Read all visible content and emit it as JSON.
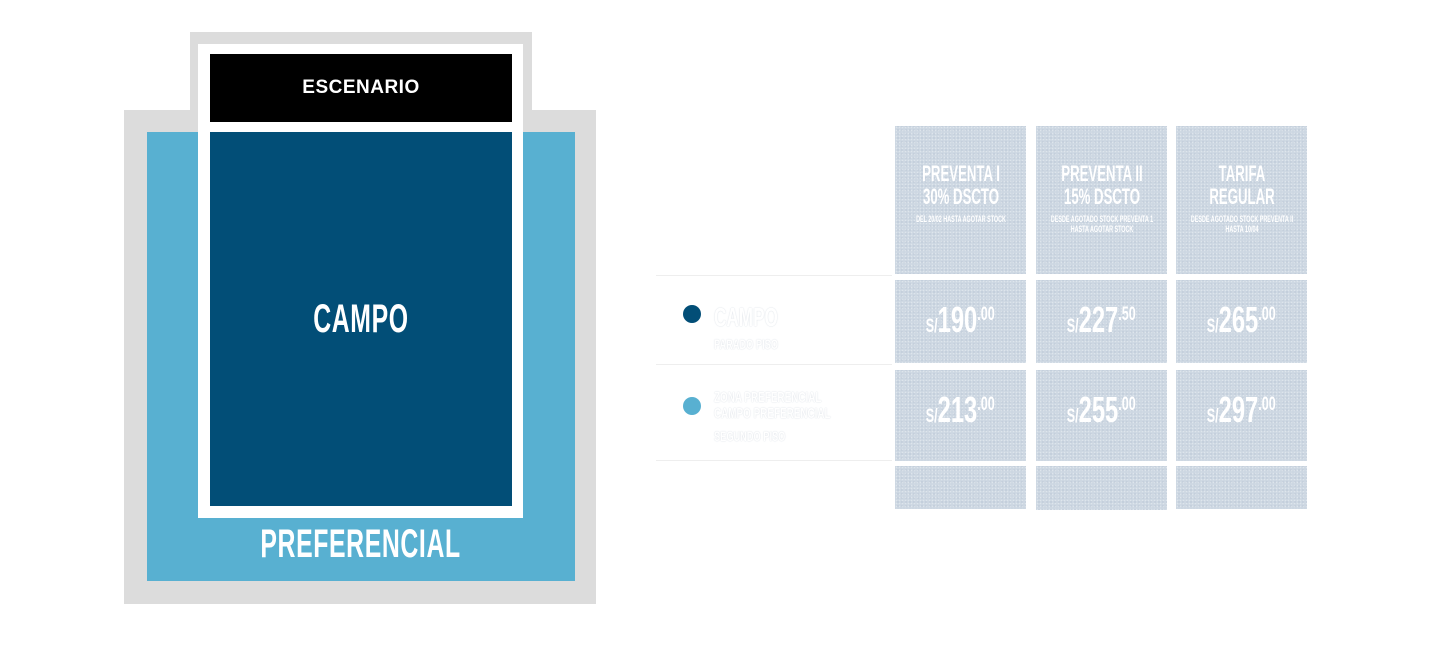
{
  "map": {
    "stage_label": "ESCENARIO",
    "campo_label": "CAMPO",
    "preferencial_label": "PREFERENCIAL",
    "colors": {
      "campo": "#024e77",
      "preferencial": "#58b0d1",
      "stage": "#000000",
      "frame": "#dcdcdc"
    }
  },
  "price_table": {
    "columns": [
      {
        "title_line1": "PREVENTA I",
        "title_line2": "30% DSCTO",
        "note": "DEL 20/02 HASTA AGOTAR STOCK"
      },
      {
        "title_line1": "PREVENTA II",
        "title_line2": "15% DSCTO",
        "note": "DESDE AGOTADO STOCK PREVENTA 1 HASTA AGOTAR STOCK"
      },
      {
        "title_line1": "TARIFA",
        "title_line2": "REGULAR",
        "note": "DESDE AGOTADO STOCK PREVENTA II HASTA 10/04"
      }
    ],
    "rows": [
      {
        "zone_line1": "CAMPO",
        "zone_line2": "",
        "zone_sub": "PARADO PISO",
        "color": "#024e77",
        "prices": [
          {
            "currency": "S/",
            "integer": "190",
            "decimal": ".00"
          },
          {
            "currency": "S/",
            "integer": "227",
            "decimal": ".50"
          },
          {
            "currency": "S/",
            "integer": "265",
            "decimal": ".00"
          }
        ]
      },
      {
        "zone_line1": "ZONA PREFERENCIAL",
        "zone_line2": "CAMPO PREFERENCIAL",
        "zone_sub": "SEGUNDO PISO",
        "color": "#58b0d1",
        "prices": [
          {
            "currency": "S/",
            "integer": "213",
            "decimal": ".00"
          },
          {
            "currency": "S/",
            "integer": "255",
            "decimal": ".00"
          },
          {
            "currency": "S/",
            "integer": "297",
            "decimal": ".00"
          }
        ]
      }
    ]
  }
}
